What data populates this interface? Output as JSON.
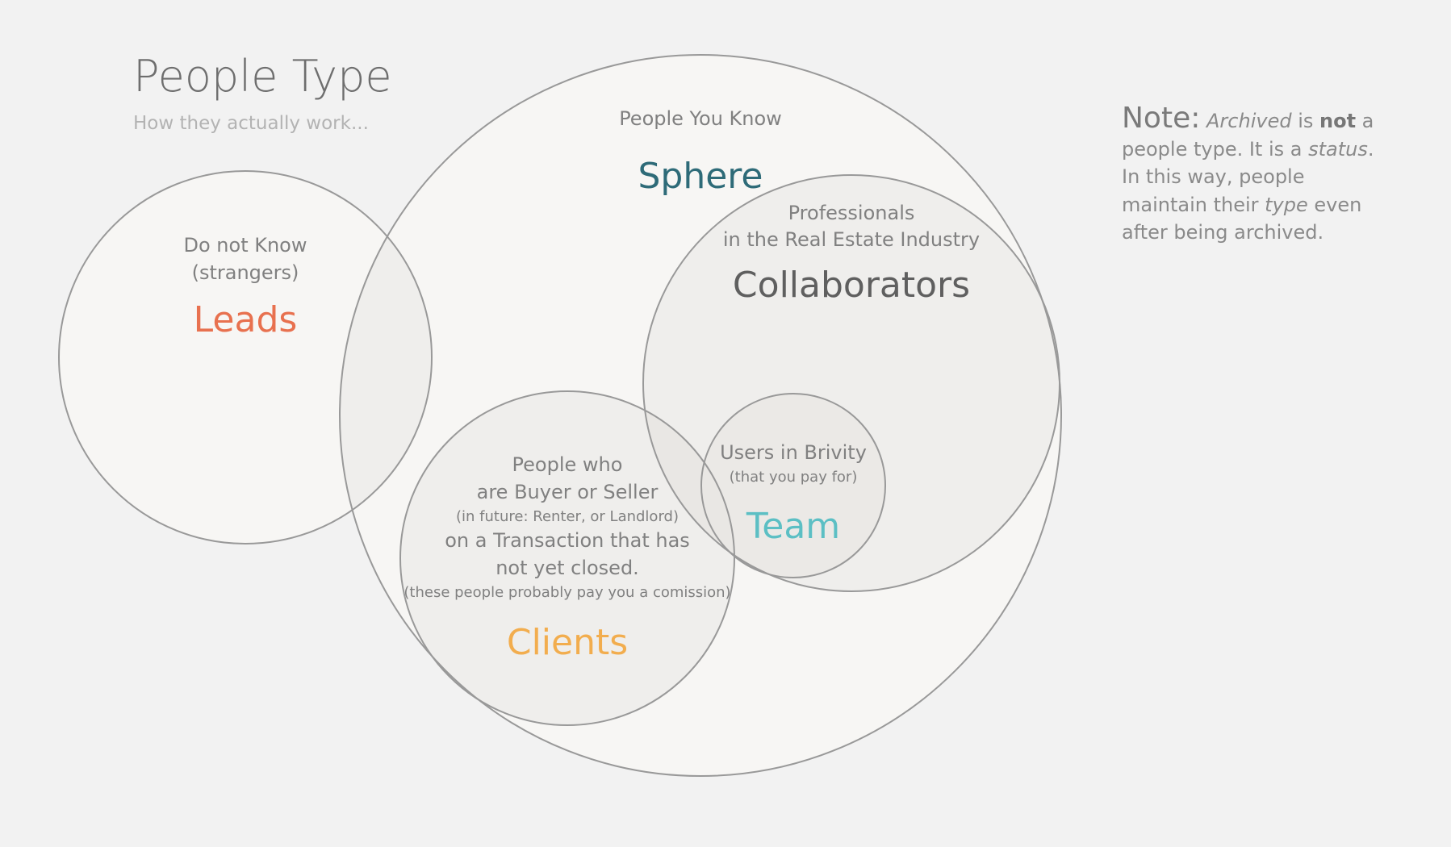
{
  "header": {
    "title": "People Type",
    "subtitle": "How they actually work..."
  },
  "sphere": {
    "caption": "People You Know",
    "label": "Sphere"
  },
  "leads": {
    "caption_lines": [
      "Do not Know",
      "(strangers)"
    ],
    "label": "Leads"
  },
  "collaborators": {
    "caption_lines": [
      "Professionals",
      "in the Real Estate Industry"
    ],
    "label": "Collaborators"
  },
  "team": {
    "caption": "Users in Brivity",
    "subcaption": "(that you pay for)",
    "label": "Team"
  },
  "clients": {
    "line1": "People who",
    "line2": "are Buyer or Seller",
    "line3": "(in future: Renter, or Landlord)",
    "line4": "on a Transaction that has",
    "line5": "not yet closed.",
    "line6": "(these people probably pay you a comission)",
    "label": "Clients"
  },
  "note": {
    "heading": "Note:",
    "t1": "Archived",
    "t2": " is ",
    "t3": "not",
    "t4": " a people type. It is a ",
    "t5": "status",
    "t6": ". In this way, people maintain their ",
    "t7": "type",
    "t8": " even after being archived."
  },
  "colors": {
    "leads": "#e8714f",
    "sphere": "#2e6b78",
    "collaborators": "#5f5f5f",
    "team": "#5cbfc4",
    "clients": "#f2ad4e"
  }
}
